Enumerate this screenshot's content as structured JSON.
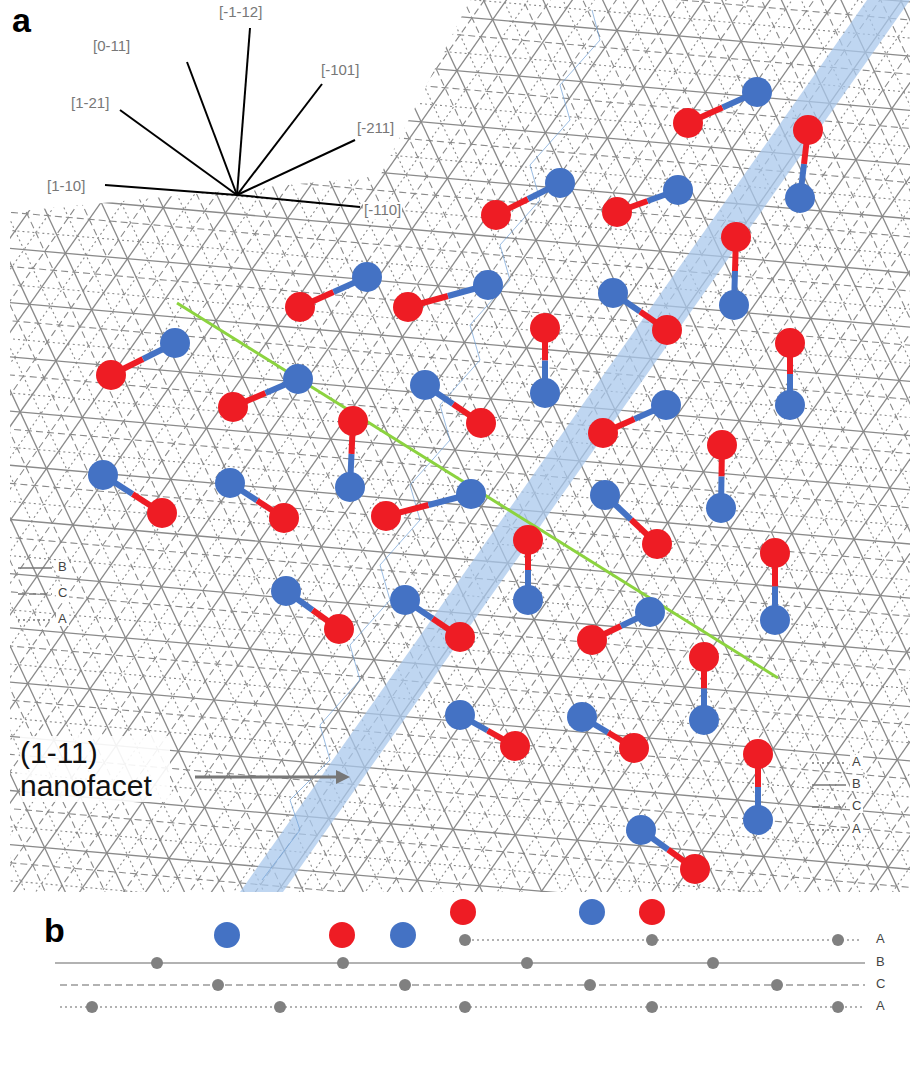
{
  "diagram": {
    "labels": [
      "a",
      "[1-10]",
      "[1-21]",
      "[0-11]",
      "[-1-12]",
      "[-101]",
      "[-211]",
      "[-110]",
      "(1-11) nanofacet",
      "b",
      "A",
      "B",
      "C",
      "A"
    ],
    "legend": [
      {
        "text": "B"
      },
      {
        "text": "C"
      },
      {
        "text": "A"
      },
      {
        "text": "A"
      },
      {
        "text": "B"
      },
      {
        "text": "C"
      },
      {
        "text": "A"
      }
    ]
  }
}
